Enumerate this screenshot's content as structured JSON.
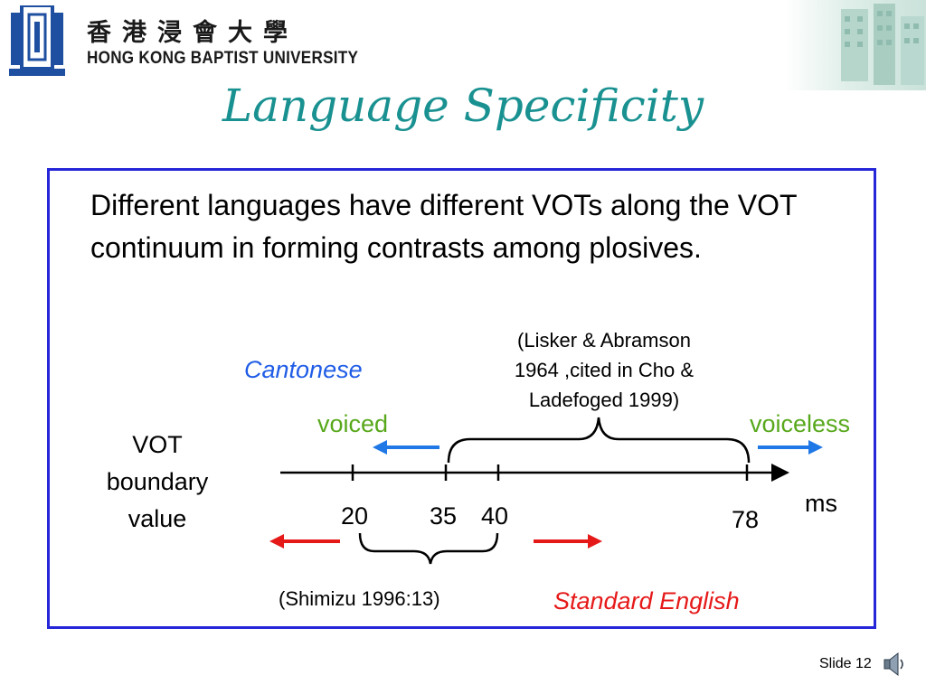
{
  "header": {
    "university_zh": "香港浸會大學",
    "university_en": "HONG KONG BAPTIST UNIVERSITY"
  },
  "title": "Language Specificity",
  "body_text": "Different languages have different VOTs along the VOT continuum in forming contrasts among plosives.",
  "diagram": {
    "citation_top": [
      "(Lisker & Abramson",
      "1964 ,cited in Cho &",
      "Ladefoged 1999)"
    ],
    "cantonese_label": "Cantonese",
    "voiced_label": "voiced",
    "voiceless_label": "voiceless",
    "vot_label": [
      "VOT",
      "boundary",
      "value"
    ],
    "unit_label": "ms",
    "ticks": [
      "20",
      "35",
      "40",
      "78"
    ],
    "citation_bottom": "(Shimizu 1996:13)",
    "english_label": "Standard English"
  },
  "colors": {
    "title": "#1a9191",
    "frame": "#2626d9",
    "cantonese": "#1f5ce6",
    "voicing": "#58a81c",
    "english": "#e61919"
  },
  "footer": {
    "slide_label": "Slide 12"
  },
  "icons": {
    "logo": "hkbu-logo-icon",
    "speaker": "speaker-icon"
  }
}
